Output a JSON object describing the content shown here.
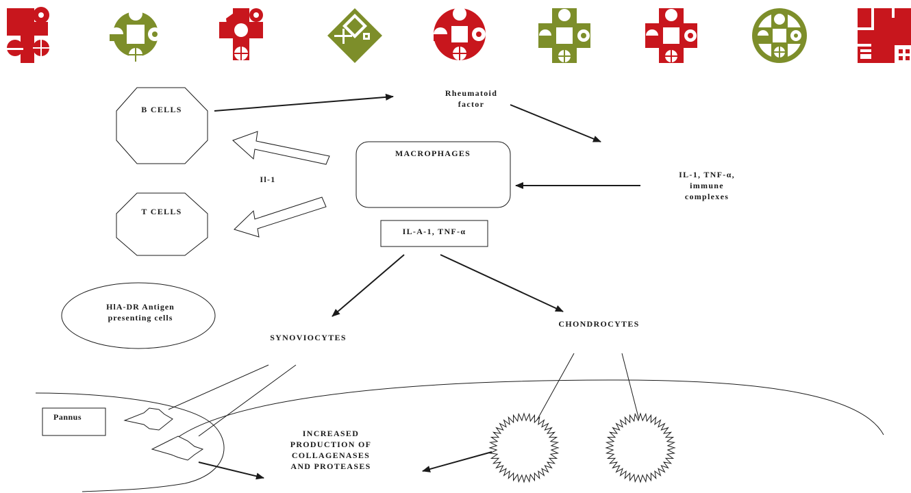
{
  "colors": {
    "red": "#c8161d",
    "olive": "#7d8e2a",
    "ink": "#1a1a1a"
  },
  "banner": {
    "icons": [
      {
        "name": "red-cross-logo-icon",
        "color": "red"
      },
      {
        "name": "olive-circle-cross-logo-icon",
        "color": "olive"
      },
      {
        "name": "red-star-cross-logo-icon",
        "color": "red"
      },
      {
        "name": "olive-diamond-logo-icon",
        "color": "olive"
      },
      {
        "name": "red-circle-logo-icon",
        "color": "red"
      },
      {
        "name": "olive-cross-logo-icon",
        "color": "olive"
      },
      {
        "name": "red-cross-logo-icon",
        "color": "red"
      },
      {
        "name": "olive-ring-logo-icon",
        "color": "olive"
      },
      {
        "name": "red-square-logo-icon",
        "color": "red"
      }
    ]
  },
  "nodes": {
    "b_cells": "B CELLS",
    "t_cells": "T CELLS",
    "hla_dr": "HlA-DR Antigen\npresenting cells",
    "rheumatoid_factor": "Rheumatoid\nfactor",
    "macrophages": "MACROPHAGES",
    "il1_tnf_immune": "IL-1, TNF-α,\nimmune\ncomplexes",
    "il1_label": "Il-1",
    "il_a1_tnf": "IL-A-1, TNF-α",
    "synoviocytes": "SYNOVIOCYTES",
    "chondrocytes": "CHONDROCYTES",
    "pannus": "Pannus",
    "increased_production": "INCREASED\nPRODUCTION OF\nCOLLAGENASES\nAND PROTEASES"
  }
}
